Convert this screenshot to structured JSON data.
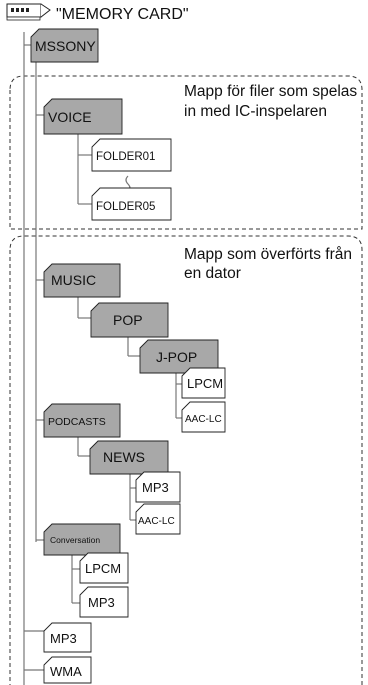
{
  "root": {
    "label": "\"MEMORY CARD\"",
    "icon": "memory-card-icon"
  },
  "folders": {
    "mssony": "MSSONY",
    "voice": "VOICE",
    "folder01": "FOLDER01",
    "folder05": "FOLDER05",
    "music": "MUSIC",
    "pop": "POP",
    "jpop": "J-POP",
    "jpop_lpcm": "LPCM",
    "jpop_aaclc": "AAC-LC",
    "podcasts": "PODCASTS",
    "news": "NEWS",
    "news_mp3": "MP3",
    "news_aaclc": "AAC-LC",
    "conversation": "Conversation",
    "conv_lpcm": "LPCM",
    "conv_mp3": "MP3",
    "mp3": "MP3",
    "wma": "WMA"
  },
  "notes": {
    "ic_line1": "Mapp för filer som spelas",
    "ic_line2": "in med IC-inspelaren",
    "pc_line1": "Mapp som överförts från",
    "pc_line2": "en dator"
  },
  "colors": {
    "recorder_folder": "#a8a8a8",
    "pc_folder": "#ffffff"
  }
}
